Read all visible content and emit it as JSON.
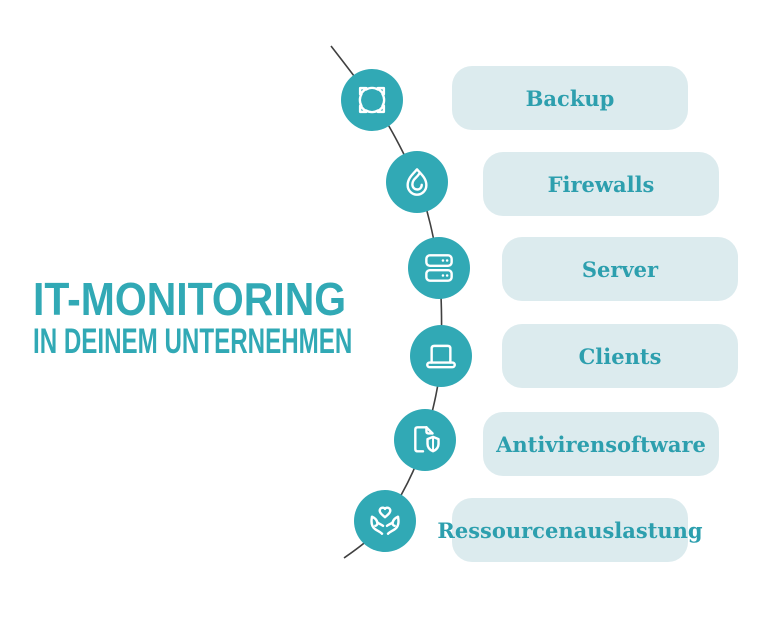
{
  "title": {
    "line1": "IT-MONITORING",
    "line2": "IN DEINEM UNTERNEHMEN"
  },
  "items": [
    {
      "label": "Backup",
      "icon": "sync-arrows-icon"
    },
    {
      "label": "Firewalls",
      "icon": "flame-icon"
    },
    {
      "label": "Server",
      "icon": "server-rack-icon"
    },
    {
      "label": "Clients",
      "icon": "laptop-icon"
    },
    {
      "label": "Antivirensoftware",
      "icon": "document-shield-icon"
    },
    {
      "label": "Ressourcenauslastung",
      "icon": "hands-holding-heart-icon"
    }
  ],
  "colors": {
    "accent_teal": "#31a9b5",
    "pill_background": "#dcebee",
    "label_text": "#2d9fae",
    "connector_line": "#404040",
    "page_background": "#ffffff",
    "icon_stroke": "#ffffff"
  }
}
